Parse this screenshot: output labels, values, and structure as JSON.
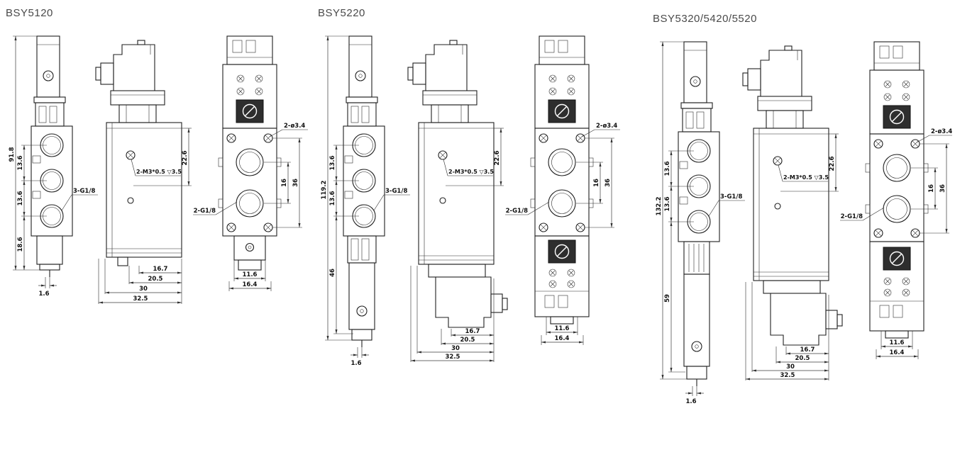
{
  "page": {
    "background": "#ffffff"
  },
  "groups": [
    {
      "title": "BSY5120",
      "front": {
        "total_height": "91.8",
        "seg_a": "13.6",
        "seg_b": "13.6",
        "seg_c": "18.6",
        "port_thread": "3-G1/8",
        "bottom_offset": "1.6"
      },
      "side": {
        "thread_note": "2-M3*0.5 ▽3.5",
        "depth": "22.6",
        "w_167": "16.7",
        "w_205": "20.5",
        "w_30": "30",
        "w_325": "32.5"
      },
      "back": {
        "mount_holes": "2-ø3.4",
        "port_pitch": "16",
        "mount_pitch": "36",
        "port_thread": "2-G1/8",
        "w_116": "11.6",
        "w_164": "16.4"
      }
    },
    {
      "title": "BSY5220",
      "front": {
        "total_height": "119.2",
        "seg_a": "13.6",
        "seg_b": "13.6",
        "seg_c": "46",
        "port_thread": "3-G1/8",
        "bottom_offset": "1.6"
      },
      "side": {
        "thread_note": "2-M3*0.5 ▽3.5",
        "depth": "22.6",
        "w_167": "16.7",
        "w_205": "20.5",
        "w_30": "30",
        "w_325": "32.5"
      },
      "back": {
        "mount_holes": "2-ø3.4",
        "port_pitch": "16",
        "mount_pitch": "36",
        "port_thread": "2-G1/8",
        "w_116": "11.6",
        "w_164": "16.4"
      }
    },
    {
      "title": "BSY5320/5420/5520",
      "front": {
        "total_height": "132.2",
        "seg_a": "13.6",
        "seg_b": "13.6",
        "seg_c": "59",
        "port_thread": "3-G1/8",
        "bottom_offset": "1.6"
      },
      "side": {
        "thread_note": "2-M3*0.5 ▽3.5",
        "depth": "22.6",
        "w_167": "16.7",
        "w_205": "20.5",
        "w_30": "30",
        "w_325": "32.5"
      },
      "back": {
        "mount_holes": "2-ø3.4",
        "port_pitch": "16",
        "mount_pitch": "36",
        "port_thread": "2-G1/8",
        "w_116": "11.6",
        "w_164": "16.4"
      }
    }
  ]
}
